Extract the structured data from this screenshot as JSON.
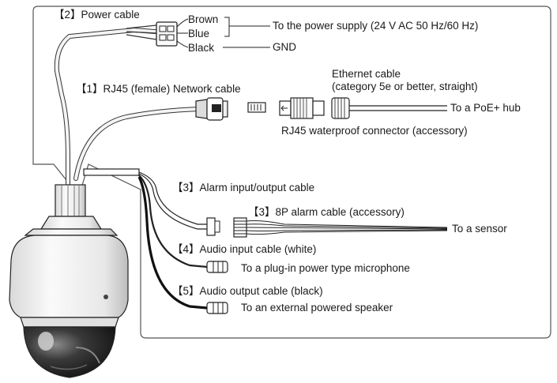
{
  "labels": {
    "power_cable": "【2】Power cable",
    "wire_brown": "Brown",
    "wire_blue": "Blue",
    "wire_black": "Black",
    "to_power_supply": "To the power supply (24 V AC 50 Hz/60 Hz)",
    "gnd": "GND",
    "network_cable": "【1】RJ45 (female) Network cable",
    "ethernet_cable_line1": "Ethernet cable",
    "ethernet_cable_line2": "(category 5e or better, straight)",
    "to_poe_hub": "To a PoE+ hub",
    "rj45_connector": "RJ45 waterproof connector (accessory)",
    "alarm_io_cable": "【3】Alarm input/output cable",
    "alarm_8p_cable": "【3】8P alarm cable (accessory)",
    "to_sensor": "To a sensor",
    "audio_input_cable": "【4】Audio input cable (white)",
    "to_microphone": "To a plug-in power type microphone",
    "audio_output_cable": "【5】Audio output cable (black)",
    "to_speaker": "To an external powered speaker"
  },
  "colors": {
    "line": "#222222",
    "cable_fill": "#f4f4f4",
    "camera_body": "#f0f0f0",
    "camera_shadow": "#c8c8c8",
    "dome": "#2a2a2a"
  },
  "icons": [
    "camera-icon",
    "rj45-plug-icon",
    "waterproof-connector-icon",
    "power-connector-icon",
    "alarm-connector-icon",
    "audio-plug-icon"
  ]
}
